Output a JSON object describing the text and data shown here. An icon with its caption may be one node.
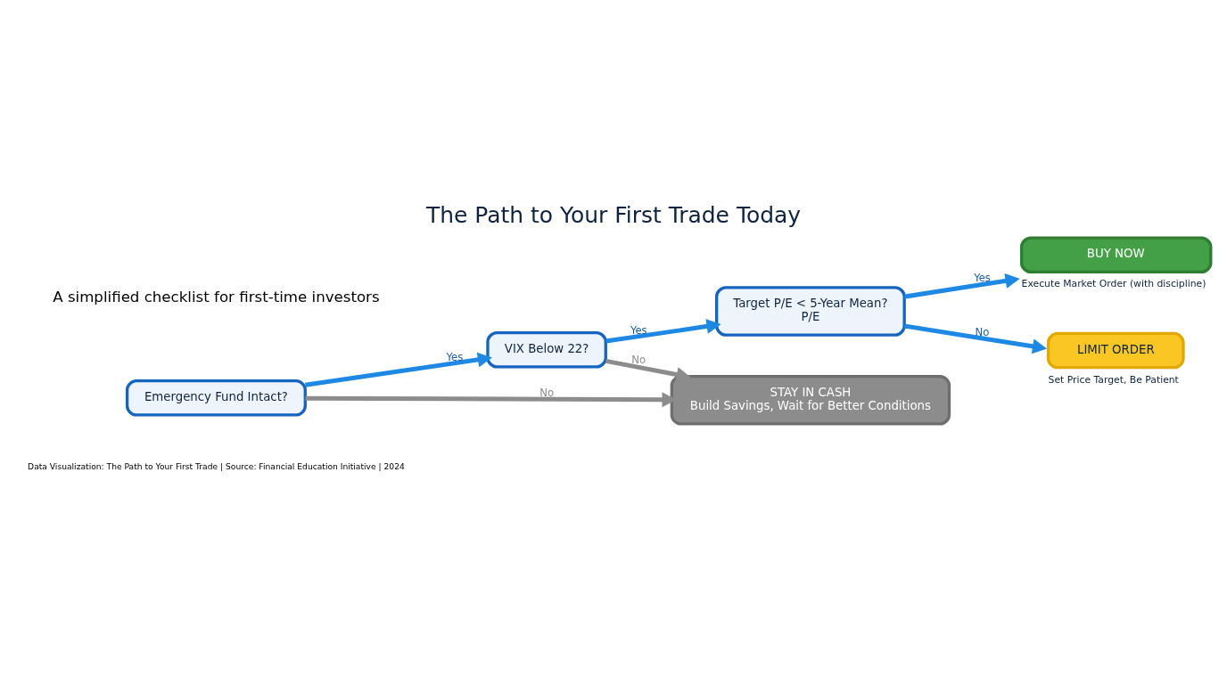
{
  "diagram": {
    "title": "The Path to Your First Trade Today",
    "caption": "Data Visualization: The Path to Your First Trade | Source: Financial Education Initiative | 2024",
    "nodes": [
      {
        "text": [
          "Emergency Fund Intact?"
        ]
      },
      {
        "text": [
          "VIX Below 22?"
        ]
      },
      {
        "text": [
          "Target P/E < 5-Year Mean?",
          "P/E"
        ]
      },
      {
        "text": [
          "BUY NOW"
        ],
        "beside": [
          "Execute Market Order (with discipline)"
        ]
      },
      {
        "text": [
          "LIMIT ORDER"
        ],
        "beside": [
          "Set Price Target, Be Patient"
        ]
      },
      {
        "text": [
          "STAY IN CASH",
          "Build Savings, Wait for Better Conditions"
        ]
      }
    ],
    "edges": [
      {
        "from": 0,
        "to": 1,
        "arrow": "to",
        "label": "Yes"
      },
      {
        "from": 1,
        "to": 2,
        "arrow": "to",
        "label": "Yes"
      },
      {
        "from": 2,
        "to": 3,
        "arrow": "to",
        "label": "Yes"
      },
      {
        "from": 2,
        "to": 4,
        "arrow": "to",
        "label": "No"
      },
      {
        "from": 1,
        "to": 5,
        "arrow": "to",
        "label": "No",
        "color": "#8c8c8c"
      },
      {
        "from": 0,
        "to": 5,
        "arrow": "to",
        "label": "No",
        "color": "#8c8c8c"
      }
    ],
    "labels": [
      "A simplified checklist for first-time investors"
    ]
  }
}
